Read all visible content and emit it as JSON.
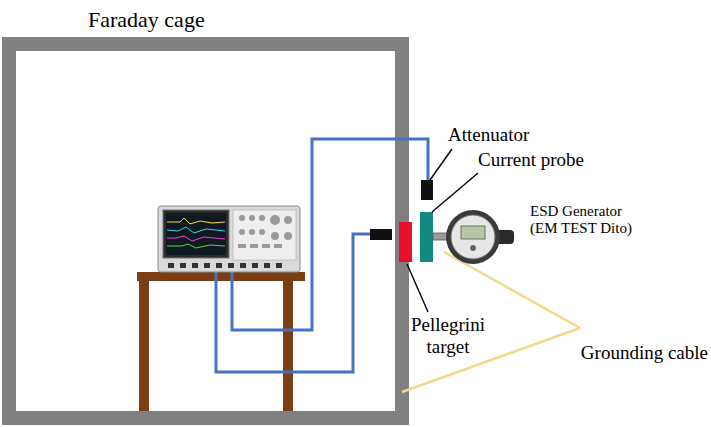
{
  "diagram": {
    "nodes": [
      {
        "text": [
          "Faraday cage"
        ]
      }
    ],
    "labels": [
      "Attenuator",
      "Current probe",
      "ESD Generator (EM TEST Dito)",
      "Pellegrini target",
      "Grounding cable"
    ]
  }
}
